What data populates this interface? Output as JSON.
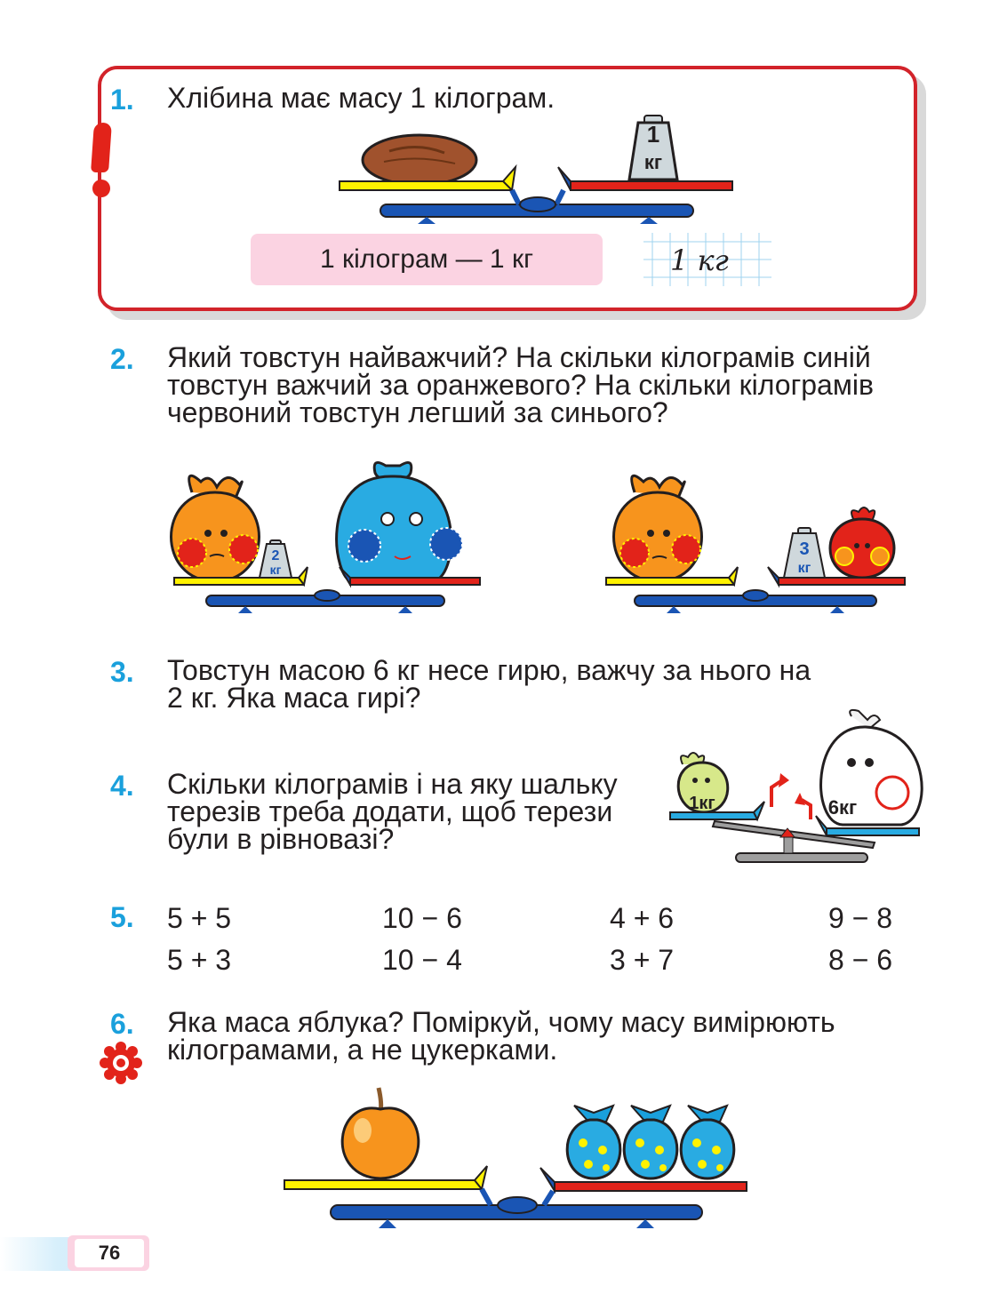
{
  "task1": {
    "number": "1.",
    "text": "Хлібина має масу 1 кілограм.",
    "weight_value": "1",
    "weight_unit": "кг",
    "rule": "1 кілограм — 1 кг",
    "handwritten": "1 кг"
  },
  "task2": {
    "number": "2.",
    "line1": "Який товстун найважчий? На скільки кілограмів синій",
    "line2": "товстун важчий за оранжевого? На скільки кілограмів",
    "line3": "червоний товстун легший за синього?",
    "weight_left_value": "2",
    "weight_left_unit": "кг",
    "weight_right_value": "3",
    "weight_right_unit": "кг"
  },
  "task3": {
    "number": "3.",
    "line1": "Товстун масою 6 кг несе гирю, важчу за нього на",
    "line2": "2 кг. Яка маса гирі?"
  },
  "task4": {
    "number": "4.",
    "line1": "Скільки кілограмів і на яку шальку",
    "line2": "терезів треба додати, щоб терези",
    "line3": "були в рівновазі?",
    "label_small": "1кг",
    "label_big": "6кг"
  },
  "task5": {
    "number": "5.",
    "expressions": [
      [
        "5 + 5",
        "10 − 6",
        "4 + 6",
        "9 − 8"
      ],
      [
        "5 + 3",
        "10 − 4",
        "3 + 7",
        "8 − 6"
      ]
    ]
  },
  "task6": {
    "number": "6.",
    "line1": "Яка маса яблука? Поміркуй, чому масу вимірюють",
    "line2": "кілограмами, а не цукерками."
  },
  "page_number": "76",
  "colors": {
    "number_blue": "#1aa0dc",
    "rule_red": "#d2232a",
    "rule_pink": "#fbd3e2",
    "scale_blue": "#1a55b4",
    "pan_yellow": "#fff200",
    "pan_red": "#e2231a"
  }
}
